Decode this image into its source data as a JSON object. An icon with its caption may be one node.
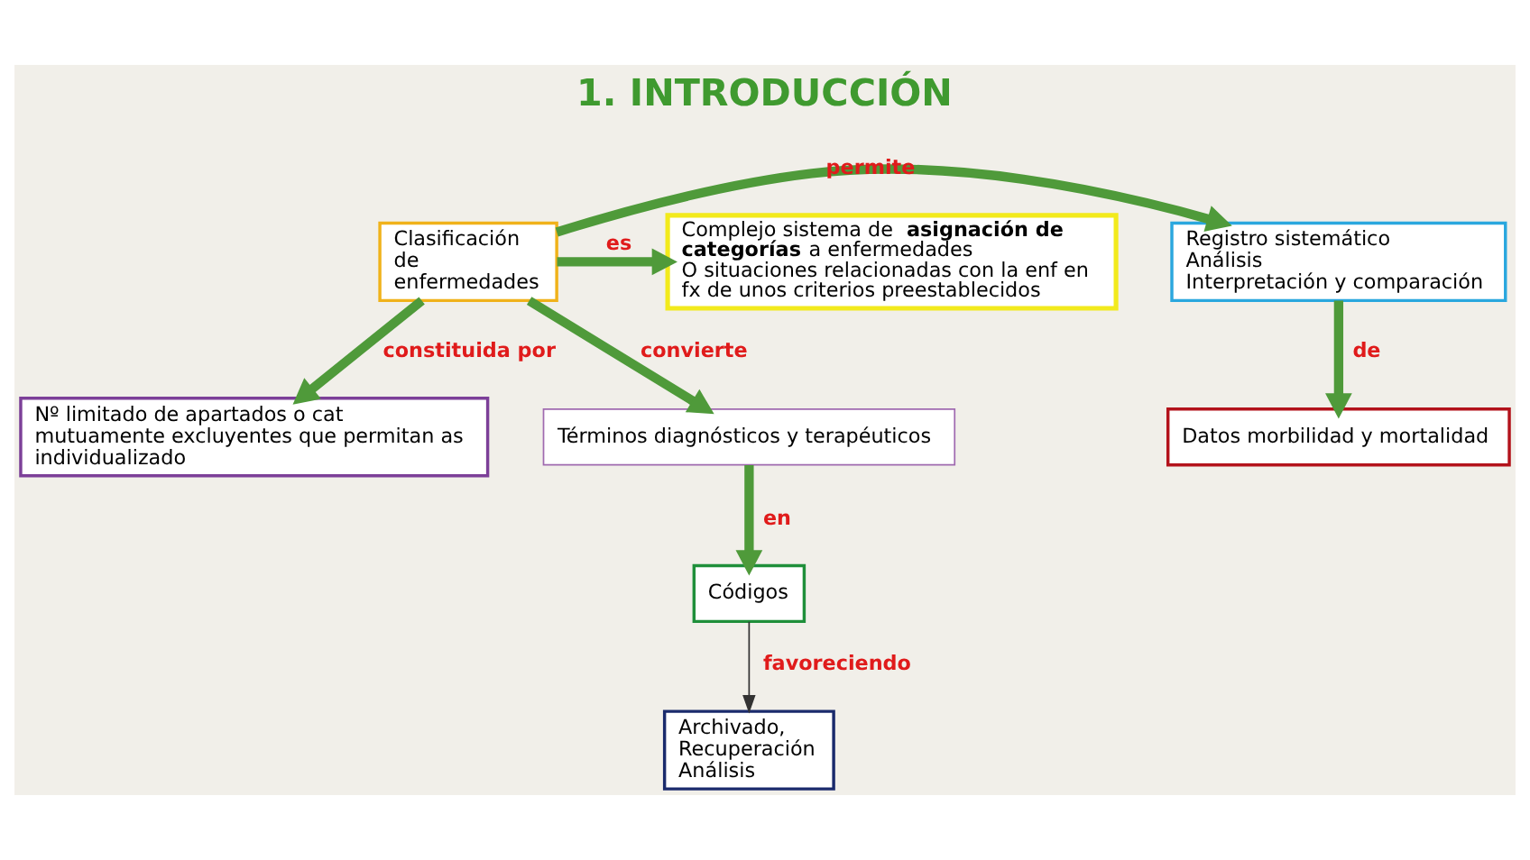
{
  "diagram": {
    "title": "1. INTRODUCCIÓN",
    "nodes": [
      {
        "text": [
          "Clasificación de enfermedades"
        ]
      },
      {
        "text": [
          "Registro sistemático",
          "Análisis",
          "Interpretación y comparación"
        ]
      },
      {
        "text": [
          "Complejo sistema de **asignación de categorías** a enfermedades",
          "O situaciones relacionadas con la enf en fx de unos criterios preestablecidos"
        ]
      },
      {
        "text": [
          "Datos morbilidad y mortalidad"
        ]
      },
      {
        "text": [
          "Nº limitado de apartados o cat mutuamente excluyentes que permitan as individualizado"
        ]
      },
      {
        "text": [
          "Términos diagnósticos y terapéuticos"
        ]
      },
      {
        "text": [
          "Códigos"
        ]
      },
      {
        "text": [
          "Archivado,",
          "Recuperación",
          "Análisis"
        ]
      }
    ],
    "edges": [
      {
        "from": 0,
        "to": 1,
        "arrow": "to",
        "label": "permite"
      },
      {
        "from": 0,
        "to": 2,
        "arrow": "to",
        "label": "es"
      },
      {
        "from": 1,
        "to": 3,
        "arrow": "to",
        "label": "de"
      },
      {
        "from": 0,
        "to": 4,
        "arrow": "to",
        "label": "constituida por"
      },
      {
        "from": 0,
        "to": 5,
        "arrow": "to",
        "label": "convierte"
      },
      {
        "from": 5,
        "to": 6,
        "arrow": "to",
        "label": "en"
      },
      {
        "from": 6,
        "to": 7,
        "arrow": "to",
        "label": "favoreciendo",
        "color": "#333333"
      }
    ]
  }
}
